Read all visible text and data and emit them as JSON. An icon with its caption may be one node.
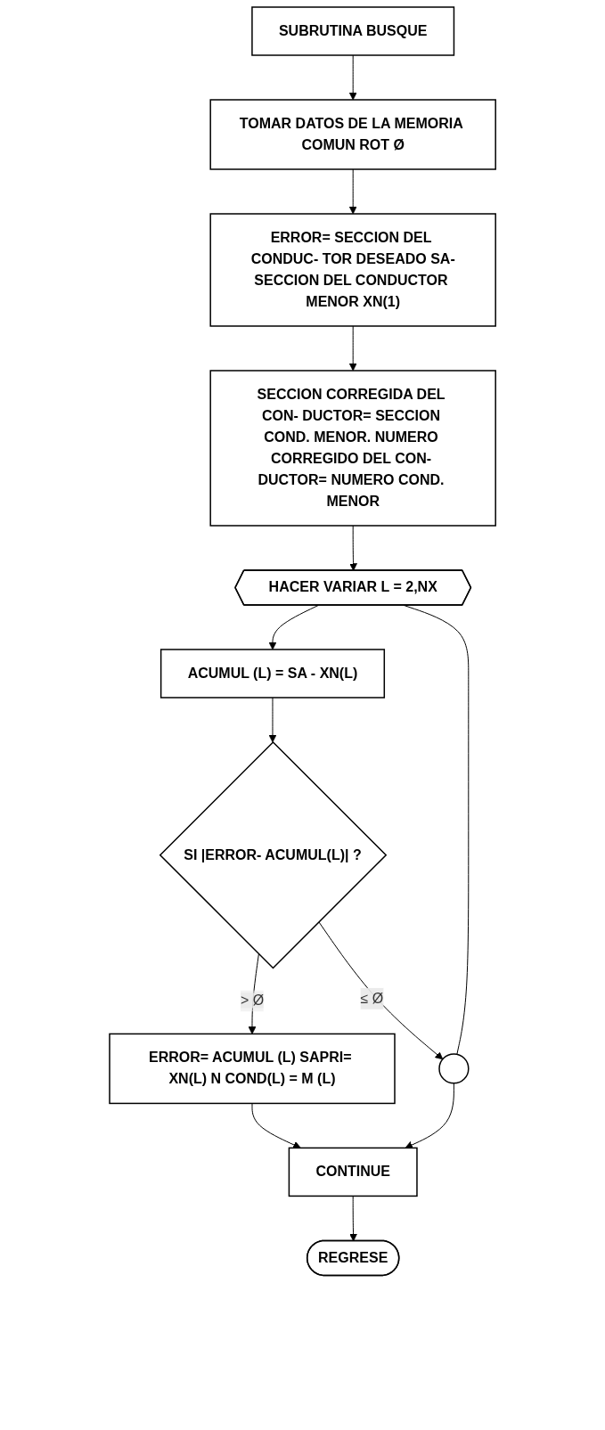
{
  "diagram": {
    "nodes": [
      {
        "text": [
          "SUBRUTINA BUSQUE"
        ]
      },
      {
        "text": [
          "TOMAR DATOS DE LA MEMORIA COMUN ROT Ø"
        ]
      },
      {
        "text": [
          "ERROR= SECCION DEL CONDUC- TOR DESEADO SA-SECCION DEL CONDUCTOR MENOR XN(1)"
        ]
      },
      {
        "text": [
          "SECCION CORREGIDA DEL CON- DUCTOR= SECCION COND. MENOR. NUMERO CORREGIDO DEL CON- DUCTOR= NUMERO COND. MENOR"
        ]
      },
      {
        "text": [
          "HACER VARIAR L = 2,NX"
        ]
      },
      {
        "text": [
          "ACUMUL (L) = SA - XN(L)"
        ]
      },
      {
        "text": [
          "SI |ERROR- ACUMUL(L)| ?"
        ]
      },
      {
        "text": [],
        "shape": "circle"
      },
      {
        "text": [
          "ERROR= ACUMUL (L) SAPRI= XN(L) N COND(L) = M (L)"
        ]
      },
      {
        "text": [
          "CONTINUE"
        ]
      },
      {
        "text": [
          "REGRESE"
        ]
      }
    ],
    "edges": [
      {
        "from": 0,
        "to": 1,
        "arrow": "to"
      },
      {
        "from": 1,
        "to": 2,
        "arrow": "to"
      },
      {
        "from": 2,
        "to": 3,
        "arrow": "to"
      },
      {
        "from": 3,
        "to": 4,
        "arrow": "to"
      },
      {
        "from": 4,
        "to": 5,
        "arrow": "to"
      },
      {
        "from": 5,
        "to": 6,
        "arrow": "to"
      },
      {
        "from": 6,
        "to": 7,
        "label": "≤ Ø",
        "arrow": "to"
      },
      {
        "from": 6,
        "to": 8,
        "label": "> Ø",
        "arrow": "to"
      },
      {
        "from": 8,
        "to": 9,
        "arrow": "to"
      },
      {
        "from": 4,
        "to": 7,
        "arrow": "none"
      },
      {
        "from": 7,
        "to": 9,
        "arrow": "to"
      },
      {
        "from": 9,
        "to": 10,
        "arrow": "to"
      }
    ]
  }
}
